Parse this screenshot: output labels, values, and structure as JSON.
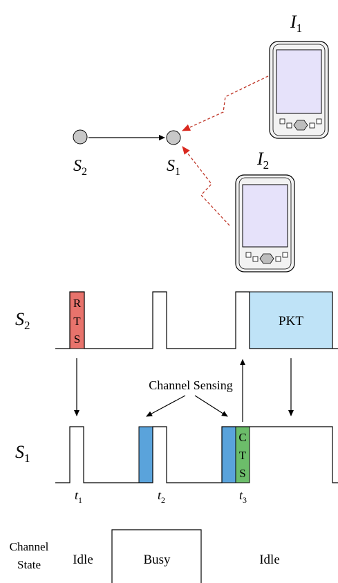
{
  "nodes": {
    "s1": {
      "base": "S",
      "sub": "1"
    },
    "s2": {
      "base": "S",
      "sub": "2"
    },
    "i1": {
      "base": "I",
      "sub": "1"
    },
    "i2": {
      "base": "I",
      "sub": "2"
    }
  },
  "timing": {
    "row_s2": {
      "base": "S",
      "sub": "2"
    },
    "row_s1": {
      "base": "S",
      "sub": "1"
    },
    "rts_label": [
      "R",
      "T",
      "S"
    ],
    "cts_label": [
      "C",
      "T",
      "S"
    ],
    "pkt_label": "PKT",
    "channel_sensing": "Channel Sensing",
    "markers": [
      {
        "base": "t",
        "sub": "1"
      },
      {
        "base": "t",
        "sub": "2"
      },
      {
        "base": "t",
        "sub": "3"
      }
    ]
  },
  "channel_state": {
    "title_line1": "Channel",
    "title_line2": "State",
    "segments": [
      "Idle",
      "Busy",
      "Idle"
    ]
  },
  "colors": {
    "rts": "#e8736c",
    "cts": "#6cbd6a",
    "pkt": "#bfe3f7",
    "sensing": "#5aa3db",
    "interference": "#c0392b",
    "node": "#c8c8c8"
  }
}
